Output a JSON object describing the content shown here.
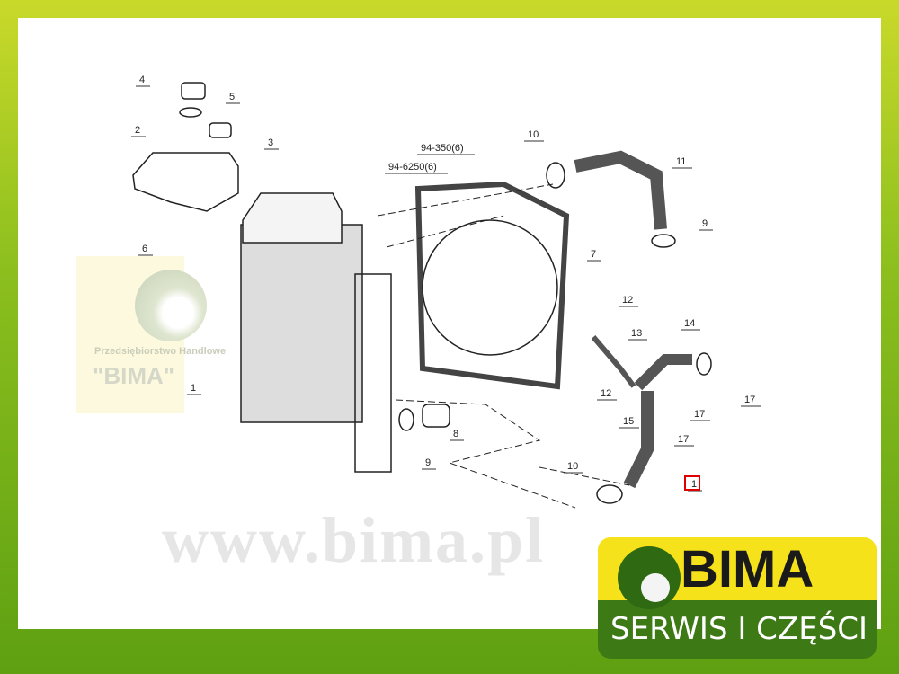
{
  "labels": [
    "4",
    "5",
    "2",
    "3",
    "6",
    "1",
    "94-350(6)",
    "94-6250(6)",
    "10",
    "11",
    "9",
    "7",
    "12",
    "13",
    "14",
    "12",
    "17",
    "17",
    "15",
    "17",
    "10",
    "8",
    "9",
    "1"
  ],
  "highlight_color": "#e00000",
  "watermark": {
    "company": "Przedsiębiorstwo Handlowe",
    "name": "\"BIMA\"",
    "url": "www.bima.pl"
  },
  "logo": {
    "brand": "BIMA",
    "tagline": "SERWIS I CZĘŚCI"
  }
}
